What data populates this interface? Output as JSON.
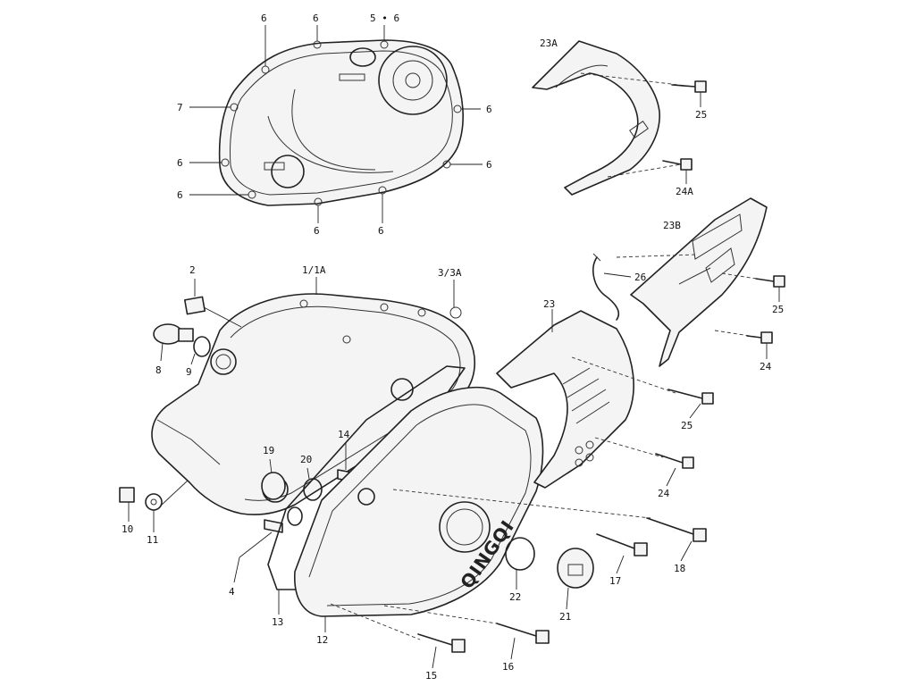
{
  "brand_text": "QINGQI",
  "callouts": {
    "c_top_6a": "6",
    "c_top_6b": "6",
    "c_top_56": "5 • 6",
    "c_top_7": "7",
    "c_top_6_right1": "6",
    "c_top_6_left2": "6",
    "c_top_6_right2": "6",
    "c_top_6_left3": "6",
    "c_top_6_bot1": "6",
    "c_top_6_bot2": "6",
    "c_23a": "23A",
    "c_25_top": "25",
    "c_24a": "24A",
    "c_23b": "23B",
    "c_26": "26",
    "c_25_mid": "25",
    "c_24_mid": "24",
    "c_2": "2",
    "c_11a": "1/1A",
    "c_33a": "3/3A",
    "c_23": "23",
    "c_8": "8",
    "c_9": "9",
    "c_25_low": "25",
    "c_19": "19",
    "c_20": "20",
    "c_14": "14",
    "c_24_low": "24",
    "c_10": "10",
    "c_11": "11",
    "c_18": "18",
    "c_17": "17",
    "c_4": "4",
    "c_22": "22",
    "c_21": "21",
    "c_13": "13",
    "c_12": "12",
    "c_15": "15",
    "c_16": "16"
  }
}
